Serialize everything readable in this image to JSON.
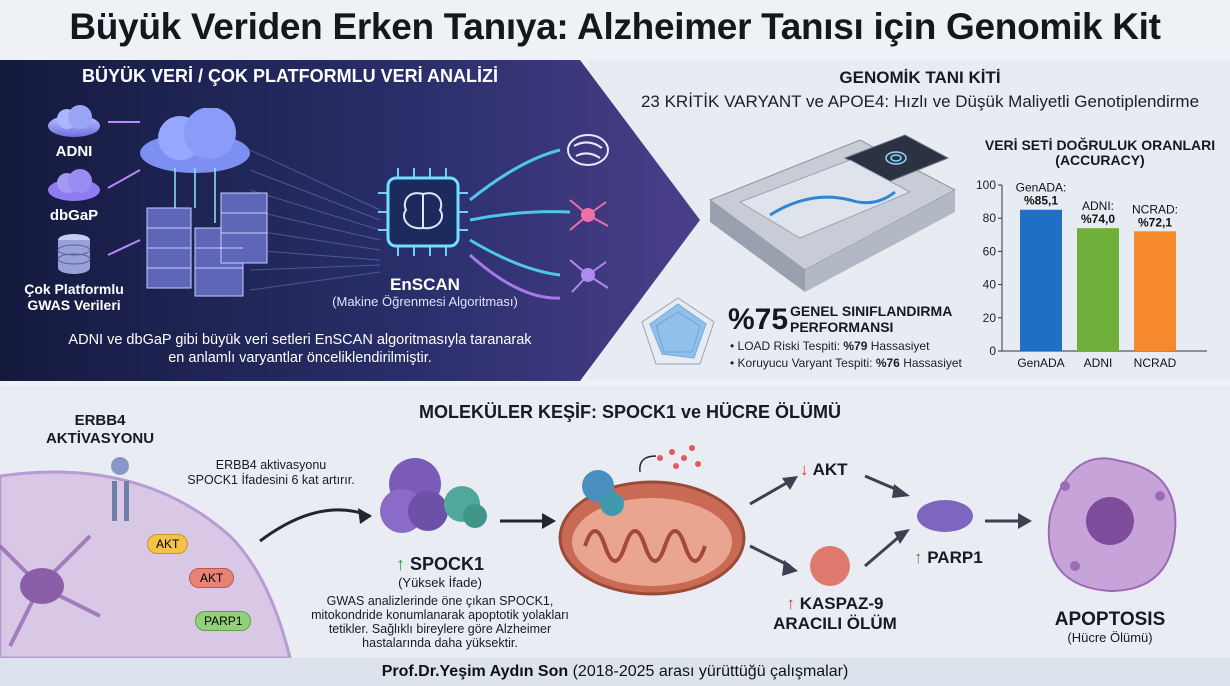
{
  "title": "Büyük Veriden Erken Tanıya: Alzheimer Tanısı için Genomik Kit",
  "left_panel": {
    "heading": "BÜYÜK VERİ / ÇOK PLATFORMLU VERİ ANALİZİ",
    "sources": [
      "ADNI",
      "dbGaP",
      "Çok Platformlu GWAS Verileri"
    ],
    "algo_name": "EnSCAN",
    "algo_desc": "(Makine Öğrenmesi Algoritması)",
    "caption_line1": "ADNI ve dbGaP gibi büyük veri setleri EnSCAN algoritmasıyla taranarak",
    "caption_line2": "en anlamlı varyantlar önceliklendirilmiştir."
  },
  "right_panel": {
    "heading": "GENOMİK TANI KİTİ",
    "subheading": "23 KRİTİK VARYANT ve APOE4: Hızlı ve Düşük Maliyetli Genotiplendirme",
    "performance_value": "%75",
    "performance_label_line1": "GENEL SINIFLANDIRMA",
    "performance_label_line2": "PERFORMANSI",
    "bullet1_prefix": "• LOAD Riski Tespiti: ",
    "bullet1_value": "%79",
    "bullet1_suffix": " Hassasiyet",
    "bullet2_prefix": "• Koruyucu Varyant Tespiti: ",
    "bullet2_value": "%76",
    "bullet2_suffix": " Hassasiyet"
  },
  "chart_data": {
    "type": "bar",
    "title_line1": "VERİ SETİ DOĞRULUK ORANLARI",
    "title_line2": "(ACCURACY)",
    "categories": [
      "GenADA",
      "ADNI",
      "NCRAD"
    ],
    "values": [
      85.1,
      74.0,
      72.1
    ],
    "bar_labels": [
      [
        "GenADA:",
        "%85,1"
      ],
      [
        "ADNI:",
        "%74,0"
      ],
      [
        "NCRAD:",
        "%72,1"
      ]
    ],
    "colors": [
      "#1f6fc6",
      "#6fb03a",
      "#f5892b"
    ],
    "ylim": [
      0,
      100
    ],
    "yticks": [
      "0",
      "20",
      "40",
      "60",
      "80",
      "100"
    ]
  },
  "bottom_panel": {
    "heading": "MOLEKÜLER KEŞİF: SPOCK1 ve HÜCRE ÖLÜMÜ",
    "erbb4_line1": "ERBB4",
    "erbb4_line2": "AKTİVASYONU",
    "erbb4_note_line1": "ERBB4 aktivasyonu",
    "erbb4_note_line2": "SPOCK1 İfadesini 6 kat artırır.",
    "pill_akt_1": "AKT",
    "pill_akt_2": "AKT",
    "pill_parp1": "PARP1",
    "spock1_label": "SPOCK1",
    "spock1_sub": "(Yüksek İfade)",
    "spock1_desc": [
      "GWAS analizlerinde öne çıkan SPOCK1,",
      "mitokondride konumlanarak apoptotik yolakları",
      "tetikler. Sağlıklı bireylere göre Alzheimer",
      "hastalarında daha yüksektir."
    ],
    "akt_label": "AKT",
    "kaspaz_line1": "KASPAZ-9",
    "kaspaz_line2": "ARACILI ÖLÜM",
    "parp1_label": "PARP1",
    "apoptosis_label": "APOPTOSIS",
    "apoptosis_sub": "(Hücre Ölümü)",
    "up_arrow": "↑",
    "down_arrow": "↓"
  },
  "footer": {
    "author": "Prof.Dr.Yeşim Aydın Son",
    "period": " (2018-2025 arası yürüttüğü çalışmalar)"
  }
}
